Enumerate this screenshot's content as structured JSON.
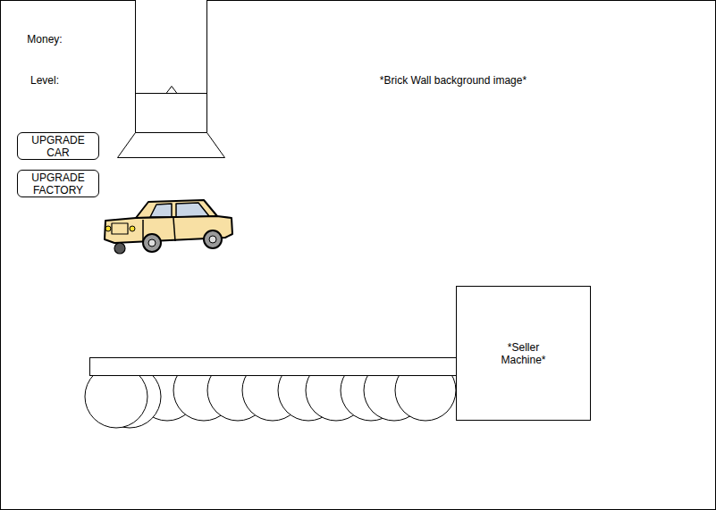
{
  "diagram": {
    "nodes": [
      {
        "text": [
          "UPGRADE CAR"
        ]
      },
      {
        "text": [
          "UPGRADE FACTORY"
        ]
      },
      {
        "text": [
          "*Seller Machine*"
        ]
      }
    ],
    "labels": [
      "Money:",
      "Level:",
      "*Brick Wall background image*"
    ]
  }
}
